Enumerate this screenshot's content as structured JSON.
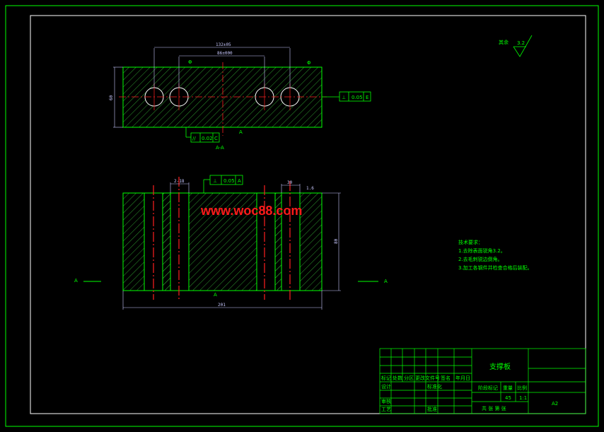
{
  "colors": {
    "outline": "#00ff00",
    "dimension": "#c8c8ff",
    "centerline": "#ff2020",
    "hatch": "#33aa33",
    "watermark": "#ff1a1a"
  },
  "top_view": {
    "dim_overall": "132±05",
    "dim_inner": "86±000",
    "dim_height": "60",
    "datum_mark_1": "Φ",
    "surface_mark": "Φ",
    "section_label": "A-A",
    "datum_a": "A",
    "tol_perp_symbol": "⊥",
    "tol_perp_value": "0.05",
    "tol_perp_ref": "E",
    "tol_par_symbol": "//",
    "tol_par_value": "0.02",
    "tol_par_ref": "C"
  },
  "bottom_view": {
    "dim_slot": "2-18",
    "dim_slot_right": "30",
    "dim_chamfer": "1.6",
    "dim_height": "80",
    "dim_width": "201",
    "tol_perp_symbol": "⊥",
    "tol_perp_value": "0.05",
    "tol_perp_ref": "A",
    "datum_a": "A",
    "cut_left": "A",
    "cut_right": "A",
    "watermark": "www.woc88.com"
  },
  "roughness": {
    "label": "其余",
    "value": "3.2"
  },
  "tech_notes": {
    "heading": "技术要求：",
    "items": [
      "1.去除表面锐角3.2。",
      "2.去毛刺锐边倒角。",
      "3.加工各钢件并检查合格后装配。"
    ]
  },
  "title_block": {
    "part_name": "支撑板",
    "headers": [
      "标记",
      "处数",
      "分区",
      "更改文件号",
      "签名",
      "年月日"
    ],
    "row_design": "设计",
    "row_standard": "标准化",
    "row_review": "审核",
    "row_process": "工艺",
    "row_approve": "批准",
    "stage_label": "阶段标记",
    "weight_label": "重量",
    "scale_label": "比例",
    "scale_value": "1:1",
    "weight_value": "45",
    "sheet_info": "共 张  第 张",
    "material": "A2"
  }
}
